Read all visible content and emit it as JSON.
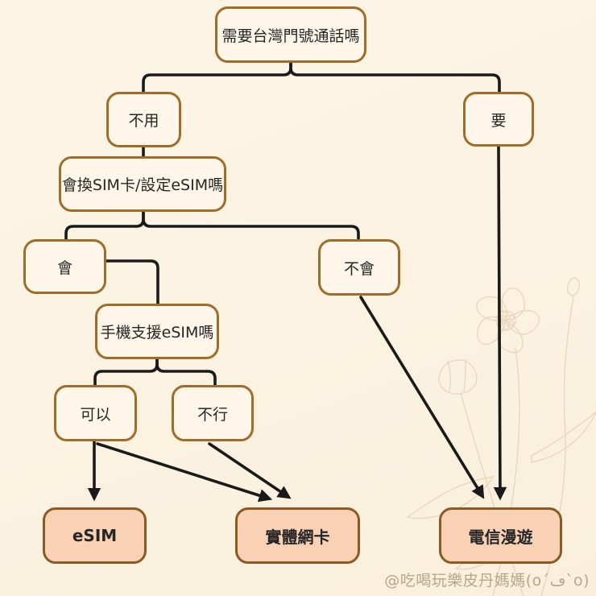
{
  "flowchart": {
    "title": "Taiwan SIM decision flowchart",
    "nodes": {
      "q_need_call": {
        "label": "需要台灣門號通話嗎",
        "type": "question"
      },
      "no_need": {
        "label": "不用",
        "type": "answer"
      },
      "need": {
        "label": "要",
        "type": "answer"
      },
      "q_can_swap": {
        "label": "會換SIM卡/設定eSIM嗎",
        "type": "question"
      },
      "can_swap": {
        "label": "會",
        "type": "answer"
      },
      "cannot_swap": {
        "label": "不會",
        "type": "answer"
      },
      "q_phone_esim": {
        "label": "手機支援eSIM嗎",
        "type": "question"
      },
      "esim_ok": {
        "label": "可以",
        "type": "answer"
      },
      "esim_no": {
        "label": "不行",
        "type": "answer"
      },
      "result_esim": {
        "label": "eSIM",
        "type": "result"
      },
      "result_physical": {
        "label": "實體網卡",
        "type": "result"
      },
      "result_roaming": {
        "label": "電信漫遊",
        "type": "result"
      }
    },
    "edges": [
      {
        "from": "需要台灣門號通話嗎",
        "to": "不用",
        "arrow": false
      },
      {
        "from": "需要台灣門號通話嗎",
        "to": "要",
        "arrow": false
      },
      {
        "from": "不用",
        "to": "會換SIM卡/設定eSIM嗎",
        "arrow": false
      },
      {
        "from": "會換SIM卡/設定eSIM嗎",
        "to": "會",
        "arrow": false
      },
      {
        "from": "會換SIM卡/設定eSIM嗎",
        "to": "不會",
        "arrow": false
      },
      {
        "from": "會",
        "to": "手機支援eSIM嗎",
        "arrow": false
      },
      {
        "from": "手機支援eSIM嗎",
        "to": "可以",
        "arrow": false
      },
      {
        "from": "手機支援eSIM嗎",
        "to": "不行",
        "arrow": false
      },
      {
        "from": "可以",
        "to": "eSIM",
        "arrow": true
      },
      {
        "from": "可以",
        "to": "實體網卡",
        "arrow": true
      },
      {
        "from": "不行",
        "to": "實體網卡",
        "arrow": true
      },
      {
        "from": "不會",
        "to": "電信漫遊",
        "arrow": true
      },
      {
        "from": "要",
        "to": "電信漫遊",
        "arrow": true
      }
    ],
    "colors": {
      "background": "#fbf2e1",
      "question_fill": "#fdf6e9",
      "question_border": "#a06c2a",
      "result_fill": "#f9d2b6",
      "result_border": "#8a5a24",
      "connector": "#1a1a1a",
      "text": "#262626",
      "watermark_text": "#b7a78b",
      "flower_line": "#dec2a6"
    }
  },
  "watermark": {
    "text": "@吃喝玩樂皮丹媽媽(o´ڡ`o)"
  }
}
